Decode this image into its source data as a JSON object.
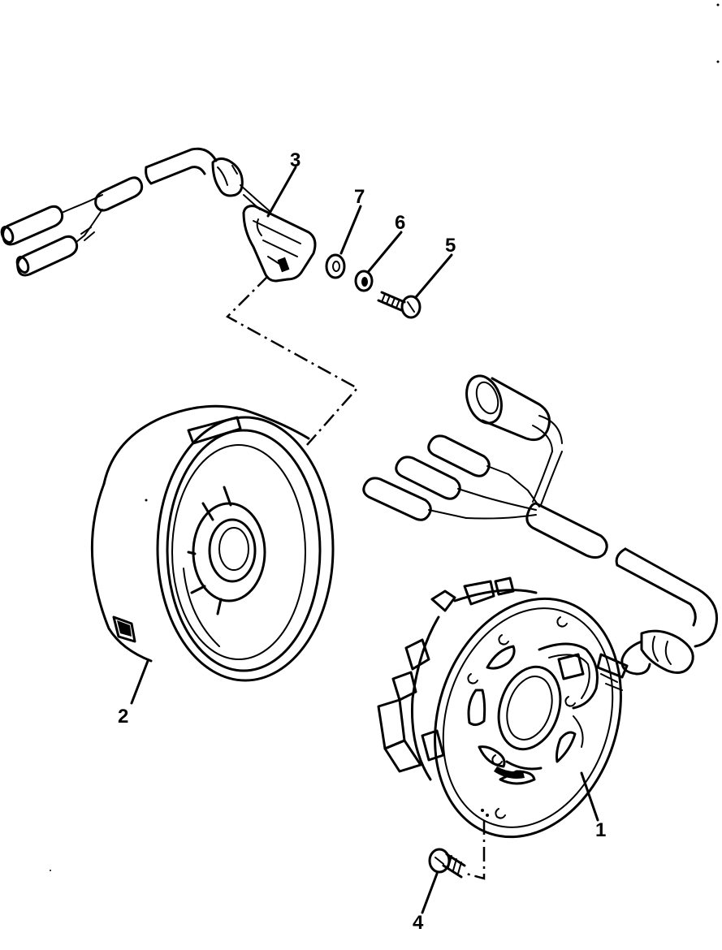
{
  "callouts": {
    "stator_assembly": "1",
    "flywheel_rotor": "2",
    "pickup_coil": "3",
    "stator_screw": "4",
    "pickup_screw": "5",
    "spring_washer": "6",
    "plain_washer": "7"
  }
}
